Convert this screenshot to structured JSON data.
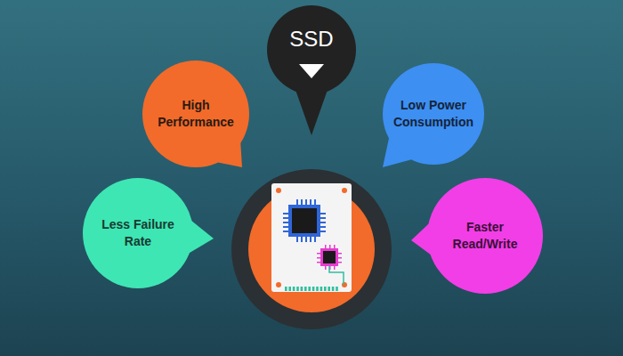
{
  "diagram": {
    "nodes": [
      {
        "text": [
          "SSD"
        ]
      },
      {
        "text": [
          "High Performance"
        ]
      },
      {
        "text": [
          "Low Power Consumption"
        ]
      },
      {
        "text": [
          "Less Failure Rate"
        ]
      },
      {
        "text": [
          "Faster Read/Write"
        ]
      }
    ]
  }
}
